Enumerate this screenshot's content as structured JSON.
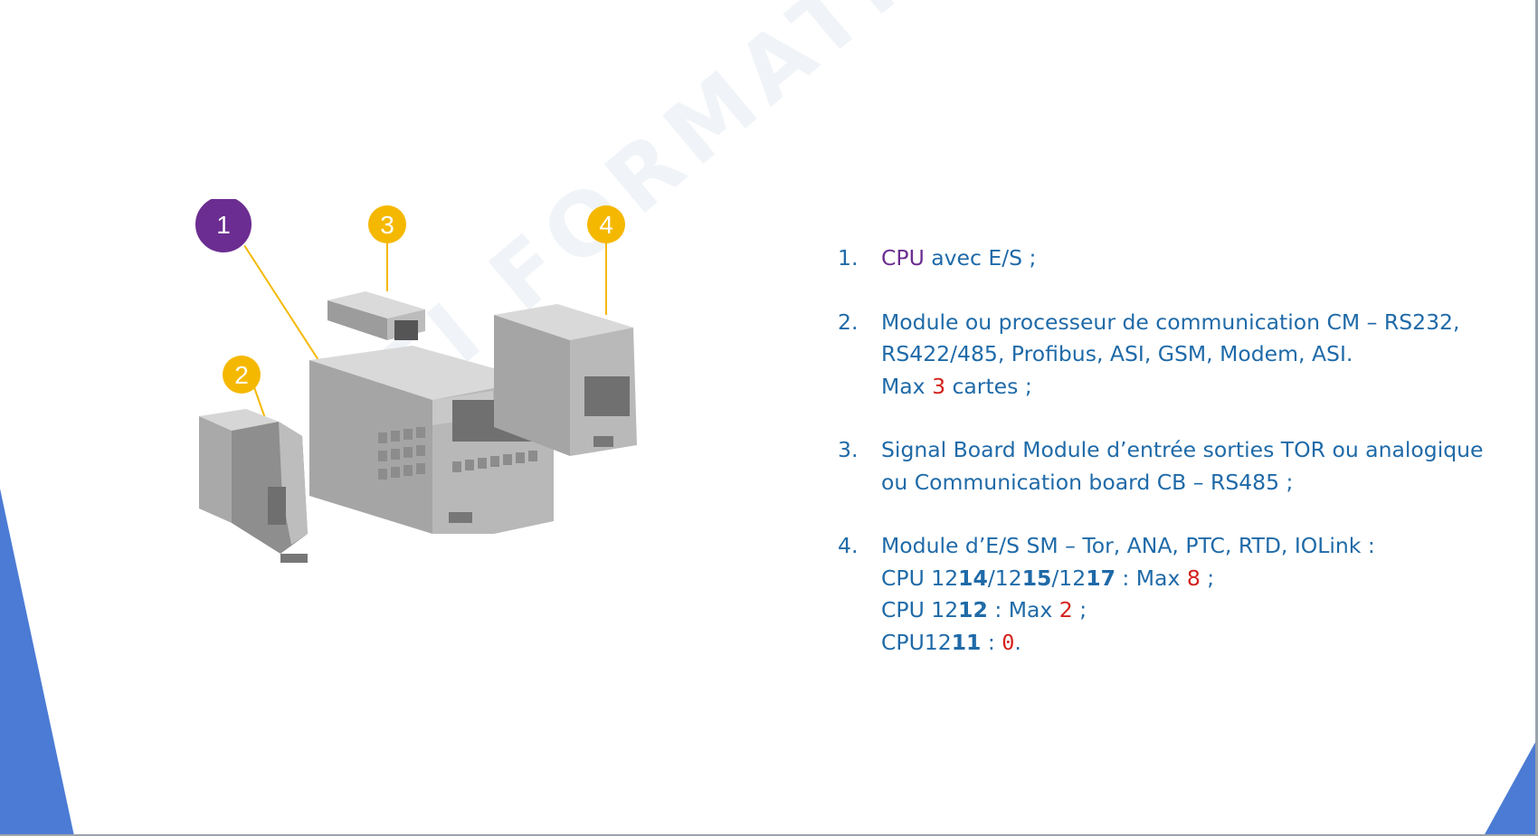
{
  "slide": {
    "watermark": "AEI FORMATION OUEST",
    "colors": {
      "accent_blue": "#1f6aa8",
      "purple": "#6b2d91",
      "red": "#d4201c",
      "badge_yellow": "#f5b800",
      "triangle": "#4b7bd4"
    }
  },
  "figure": {
    "badges": [
      {
        "label": "1",
        "color": "#6b2d91"
      },
      {
        "label": "2",
        "color": "#f5b800"
      },
      {
        "label": "3",
        "color": "#f5b800"
      },
      {
        "label": "4",
        "color": "#f5b800"
      }
    ]
  },
  "list": {
    "item1": {
      "num": "1.",
      "cpu": "CPU",
      "rest": " avec E/S ;"
    },
    "item2": {
      "num": "2.",
      "line1": "Module ou processeur de communication CM – RS232,",
      "line2": "RS422/485, Profibus, ASI, GSM, Modem, ASI.",
      "max_prefix": "Max ",
      "max_value": "3",
      "max_suffix": " cartes ;"
    },
    "item3": {
      "num": "3.",
      "line1": "Signal Board Module d’entrée sorties TOR ou analogique",
      "line2": "ou Communication board CB – RS485 ;"
    },
    "item4": {
      "num": "4.",
      "line1": "Module d’E/S SM – Tor, ANA, PTC, RTD, IOLink :",
      "cpuA": {
        "p1": "CPU 12",
        "b1": "14",
        "p2": "/12",
        "b2": "15",
        "p3": "/12",
        "b3": "17",
        "p4": " : Max ",
        "value": "8",
        "end": " ;"
      },
      "cpuB": {
        "p1": "CPU 12",
        "b1": "12",
        "p2": " : Max ",
        "value": "2",
        "end": " ;"
      },
      "cpuC": {
        "p1": "CPU12",
        "b1": "11",
        "p2": " : ",
        "value": "0",
        "end": "."
      }
    }
  }
}
